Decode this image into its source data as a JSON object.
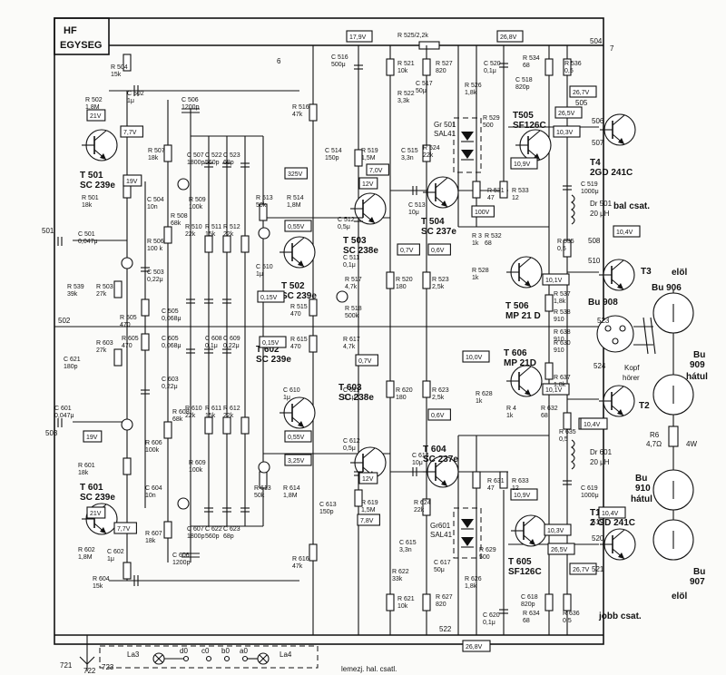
{
  "header": {
    "block_line1": "HF",
    "block_line2": "EGYSEG"
  },
  "rails": {
    "v179": "17,9V",
    "r525": "R 525/2,2k",
    "v268": "26,8V",
    "v268b": "26,8V"
  },
  "transistors": [
    {
      "id": "T501",
      "line1": "T 501",
      "line2": "SC 239e"
    },
    {
      "id": "T502",
      "line1": "T 502",
      "line2": "SC 239e"
    },
    {
      "id": "T503",
      "line1": "T 503",
      "line2": "SC 238e"
    },
    {
      "id": "T504",
      "line1": "T 504",
      "line2": "SC 237e"
    },
    {
      "id": "T505",
      "line1": "T505",
      "line2": "SF126C"
    },
    {
      "id": "T506",
      "line1": "T 506",
      "line2": "MP 21 D"
    },
    {
      "id": "T4",
      "line1": "T4",
      "line2": "2GD 241C"
    },
    {
      "id": "T3",
      "line1": "T3",
      "line2": ""
    },
    {
      "id": "T601",
      "line1": "T 601",
      "line2": "SC 239e"
    },
    {
      "id": "T602",
      "line1": "T 602",
      "line2": "SC 239e"
    },
    {
      "id": "T603",
      "line1": "T 603",
      "line2": "SC 238e"
    },
    {
      "id": "T604",
      "line1": "T 604",
      "line2": "SC 237e"
    },
    {
      "id": "T605",
      "line1": "T 605",
      "line2": "SF126C"
    },
    {
      "id": "T606",
      "line1": "T 606",
      "line2": "MP 21D"
    },
    {
      "id": "T2",
      "line1": "T2",
      "line2": ""
    },
    {
      "id": "T1",
      "line1": "T1",
      "line2": "2 GD 241C"
    }
  ],
  "voltages": {
    "v21": "21V",
    "v77": "7,7V",
    "v19": "19V",
    "v325": "325V",
    "v055": "0,55V",
    "v70": "7,0V",
    "v12": "12V",
    "v07": "0,7V",
    "v06": "0,6V",
    "v100": "100V",
    "v015": "0,15V",
    "v267": "26,7V",
    "v265": "26,5V",
    "v103": "10,3V",
    "v109": "10,9V",
    "v104": "10,4V",
    "v101": "10,1V",
    "v19b": "19V",
    "v21b": "21V",
    "v77b": "7,7V",
    "v015b": "0,15V",
    "v07b": "0,7V",
    "v06b": "0,6V",
    "v055b": "0,55V",
    "v325b": "3,25V",
    "v12b": "12V",
    "v78": "7,8V",
    "v100b": "10,0V",
    "v101b": "10,1V",
    "v104b": "10,4V",
    "v109b": "10,9V",
    "v103b": "10,3V",
    "v265b": "26,5V",
    "v267b": "26,7V",
    "v104c": "10,4V",
    "v104d": "10,4V"
  },
  "labels": {
    "bal": "bal csat.",
    "jobb": "jobb csat.",
    "elol1": "elöl",
    "bu906": "Bu 906",
    "bu908": "Bu 908",
    "bu909": "Bu",
    "bu909b": "909",
    "hatul1": "hátul",
    "bu910": "Bu",
    "bu910b": "910",
    "hatul2": "hátul",
    "bu907": "Bu",
    "bu907b": "907",
    "elol2": "elöl",
    "kopf": "Kopf",
    "horer": "hörer",
    "r6": "R6",
    "r6v": "4,7Ω",
    "r6w": "4W",
    "dr501": "Dr 501",
    "dr501v": "20 μH",
    "dr601": "Dr 601",
    "dr601v": "20 μH",
    "gr501": "Gr 501",
    "gr501b": "SAL41",
    "gr601": "Gr601",
    "gr601b": "SAL41",
    "la3": "La3",
    "la4": "La4",
    "lemez": "lemezj. hal. csatl.",
    "n721": "721",
    "n722": "722",
    "n723": "723",
    "d0": "d0",
    "c0": "c0",
    "b0": "b0",
    "a0": "a0",
    "n501": "501",
    "n502": "502",
    "n503": "503",
    "n504": "504",
    "n505": "505",
    "n506": "506",
    "n507": "507",
    "n508": "508",
    "n510": "510",
    "n522": "522",
    "n523": "523",
    "n524": "524",
    "n519": "519",
    "n520": "520",
    "n521": "521",
    "n7": "7",
    "n6": "6"
  },
  "components": [
    [
      "R 502",
      "1,8M"
    ],
    [
      "C 502",
      "1μ"
    ],
    [
      "R 504",
      "15k"
    ],
    [
      "R 501",
      "18k"
    ],
    [
      "C 501",
      "0,047μ"
    ],
    [
      "R 507",
      "18k"
    ],
    [
      "C 506",
      "1200p"
    ],
    [
      "C 507",
      "1800p"
    ],
    [
      "C 522",
      "560p"
    ],
    [
      "C 523",
      "68p"
    ],
    [
      "C 504",
      "10n"
    ],
    [
      "R 509",
      "100k"
    ],
    [
      "R 508",
      "68k"
    ],
    [
      "R 506",
      "100 k"
    ],
    [
      "R 539",
      "39k"
    ],
    [
      "R 503",
      "27k"
    ],
    [
      "R 505",
      "470"
    ],
    [
      "C 503",
      "0,22μ"
    ],
    [
      "C 505",
      "0,068μ"
    ],
    [
      "R 510",
      "22k"
    ],
    [
      "R 511",
      "15k"
    ],
    [
      "R 512",
      "22k"
    ],
    [
      "R 513",
      "50k"
    ],
    [
      "R 514",
      "1,8M"
    ],
    [
      "C 510",
      "1μ"
    ],
    [
      "R 516",
      "47k"
    ],
    [
      "C 516",
      "500μ"
    ],
    [
      "C 514",
      "150p"
    ],
    [
      "R 519",
      "1,5M"
    ],
    [
      "C 512",
      "0,5μ"
    ],
    [
      "C 511",
      "0,1μ"
    ],
    [
      "R 517",
      "4,7k"
    ],
    [
      "R 518",
      "500k"
    ],
    [
      "R 515",
      "470"
    ],
    [
      "R 521",
      "10k"
    ],
    [
      "R 522",
      "3,3k"
    ],
    [
      "C 517",
      "50μ"
    ],
    [
      "C 515",
      "3,3n"
    ],
    [
      "R 524",
      "22k"
    ],
    [
      "C 513",
      "10μ"
    ],
    [
      "R 527",
      "820"
    ],
    [
      "C 520",
      "0,1μ"
    ],
    [
      "C 518",
      "820p"
    ],
    [
      "R 526",
      "1,8k"
    ],
    [
      "R 529",
      "500"
    ],
    [
      "R 534",
      "68"
    ],
    [
      "R 536",
      "0,5"
    ],
    [
      "R 531",
      "47"
    ],
    [
      "R 533",
      "12"
    ],
    [
      "C 519",
      "1000μ"
    ],
    [
      "R 520",
      "180"
    ],
    [
      "R 523",
      "2,5k"
    ],
    [
      "R 3",
      "1k"
    ],
    [
      "R 532",
      "68"
    ],
    [
      "R 528",
      "1k"
    ],
    [
      "R 535",
      "0,5"
    ],
    [
      "R 537",
      "1,8k"
    ],
    [
      "R 538",
      "910"
    ],
    [
      "C 621",
      "180p"
    ],
    [
      "R 603",
      "27k"
    ],
    [
      "R 605",
      "470"
    ],
    [
      "C 605",
      "0,068μ"
    ],
    [
      "C 603",
      "0,22μ"
    ],
    [
      "C 608",
      "0,1μ"
    ],
    [
      "C 609",
      "0,22μ"
    ],
    [
      "R 615",
      "470"
    ],
    [
      "R 617",
      "4,7k"
    ],
    [
      "C 601",
      "0,047μ"
    ],
    [
      "R 606",
      "100k"
    ],
    [
      "R 608",
      "68k"
    ],
    [
      "R 610",
      "22k"
    ],
    [
      "R 611",
      "15k"
    ],
    [
      "R 612",
      "22k"
    ],
    [
      "C 610",
      "1μ"
    ],
    [
      "C 611",
      "0,1μ"
    ],
    [
      "C 612",
      "0,5μ"
    ],
    [
      "R 620",
      "180"
    ],
    [
      "R 623",
      "2,5k"
    ],
    [
      "R 601",
      "18k"
    ],
    [
      "C 604",
      "10n"
    ],
    [
      "R 609",
      "100k"
    ],
    [
      "R 613",
      "50k"
    ],
    [
      "R 614",
      "1,8M"
    ],
    [
      "C 613",
      "150p"
    ],
    [
      "R 619",
      "1,5M"
    ],
    [
      "C 614",
      "10μ"
    ],
    [
      "R 602",
      "1,8M"
    ],
    [
      "R 607",
      "18k"
    ],
    [
      "C 607",
      "1800p"
    ],
    [
      "C 622",
      "560p"
    ],
    [
      "C 623",
      "68p"
    ],
    [
      "C 602",
      "1μ"
    ],
    [
      "C 606",
      "1200p"
    ],
    [
      "R 604",
      "15k"
    ],
    [
      "R 616",
      "47k"
    ],
    [
      "R 621",
      "10k"
    ],
    [
      "R 624",
      "22k"
    ],
    [
      "C 615",
      "3,3n"
    ],
    [
      "R 622",
      "33k"
    ],
    [
      "C 617",
      "50μ"
    ],
    [
      "R 626",
      "1,8k"
    ],
    [
      "R 627",
      "820"
    ],
    [
      "R 629",
      "500"
    ],
    [
      "C 620",
      "0,1μ"
    ],
    [
      "C 618",
      "820p"
    ],
    [
      "R 634",
      "68"
    ],
    [
      "R 636",
      "0,5"
    ],
    [
      "R 631",
      "47"
    ],
    [
      "R 633",
      "12"
    ],
    [
      "C 619",
      "1000μ"
    ],
    [
      "R 628",
      "1k"
    ],
    [
      "R 4",
      "1k"
    ],
    [
      "R 632",
      "68"
    ],
    [
      "R 635",
      "0,5"
    ],
    [
      "R 637",
      "1,8k"
    ],
    [
      "R 638",
      "910"
    ],
    [
      "R 630",
      "910"
    ]
  ]
}
